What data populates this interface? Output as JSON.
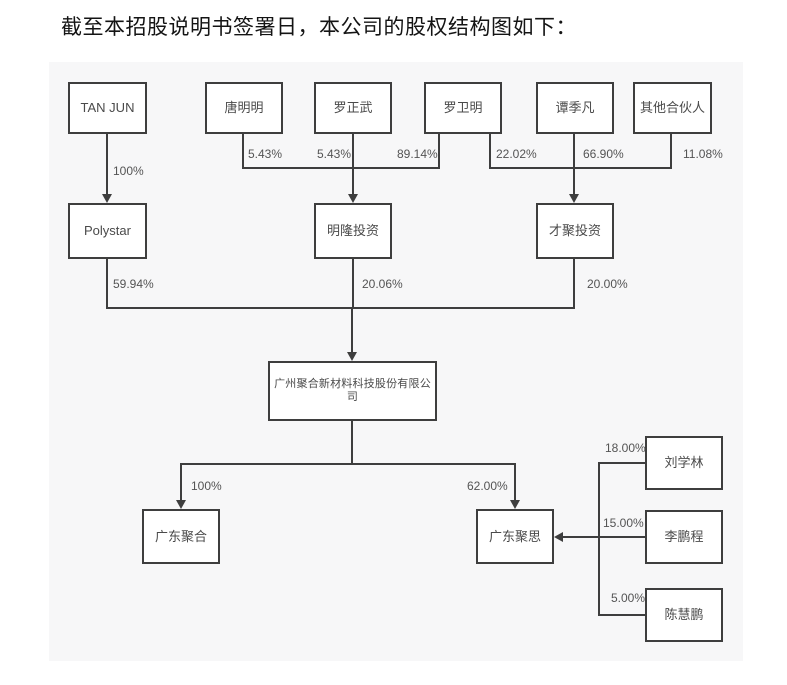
{
  "title": "截至本招股说明书签署日，本公司的股权结构图如下：",
  "colors": {
    "panel_bg": "#f7f7f8",
    "line": "#3e3e3e",
    "box_border": "#3e3e3e",
    "node_text": "#4a4a4a",
    "pct_text": "#545454"
  },
  "nodes": {
    "tan_jun": "TAN JUN",
    "tang_mingming": "唐明明",
    "luo_zhengwu": "罗正武",
    "luo_weiming": "罗卫明",
    "tan_jifan": "谭季凡",
    "other_partners": "其他合伙人",
    "polystar": "Polystar",
    "minglong": "明隆投资",
    "caiju": "才聚投资",
    "company": "广州聚合新材料科技股份有限公司",
    "gd_juhe": "广东聚合",
    "gd_jusi": "广东聚思",
    "liu_xuelin": "刘学林",
    "li_pengcheng": "李鹏程",
    "chen_huipeng": "陈慧鹏"
  },
  "edges": [
    {
      "from": "TAN JUN",
      "to": "Polystar",
      "label": "100%"
    },
    {
      "from": "唐明明",
      "to": "明隆投资",
      "label": "5.43%"
    },
    {
      "from": "罗正武",
      "to": "明隆投资",
      "label": "5.43%"
    },
    {
      "from": "罗卫明",
      "to": "明隆投资",
      "label": "89.14%"
    },
    {
      "from": "罗卫明",
      "to": "才聚投资",
      "label": "22.02%"
    },
    {
      "from": "谭季凡",
      "to": "才聚投资",
      "label": "66.90%"
    },
    {
      "from": "其他合伙人",
      "to": "才聚投资",
      "label": "11.08%"
    },
    {
      "from": "Polystar",
      "to": "广州聚合新材料科技股份有限公司",
      "label": "59.94%"
    },
    {
      "from": "明隆投资",
      "to": "广州聚合新材料科技股份有限公司",
      "label": "20.06%"
    },
    {
      "from": "才聚投资",
      "to": "广州聚合新材料科技股份有限公司",
      "label": "20.00%"
    },
    {
      "from": "广州聚合新材料科技股份有限公司",
      "to": "广东聚合",
      "label": "100%"
    },
    {
      "from": "广州聚合新材料科技股份有限公司",
      "to": "广东聚思",
      "label": "62.00%"
    },
    {
      "from": "刘学林",
      "to": "广东聚思",
      "label": "18.00%"
    },
    {
      "from": "李鹏程",
      "to": "广东聚思",
      "label": "15.00%"
    },
    {
      "from": "陈慧鹏",
      "to": "广东聚思",
      "label": "5.00%"
    }
  ]
}
